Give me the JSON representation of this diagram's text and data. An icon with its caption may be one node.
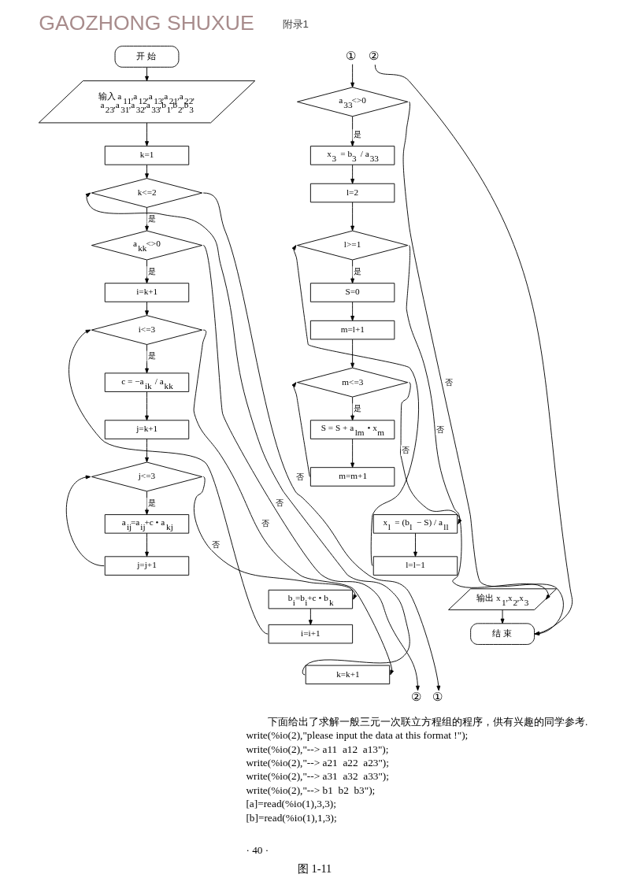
{
  "diagram": {
    "caption": "图 1-11",
    "nodes": [
      {
        "text": [
          "开 始"
        ]
      },
      {
        "text": [
          "输入 a$_{11}$,a$_{12}$,a$_{13}$,a$_{21}$,a$_{22}$, a$_{23}$,a$_{31}$,a$_{32}$,a$_{33}$,b$_{1}$,b$_{2}$,b$_{3}$"
        ]
      },
      {
        "text": [
          "k=1"
        ]
      },
      {
        "text": [
          "k<=2"
        ]
      },
      {
        "text": [
          "a$_{kk}$<>0"
        ]
      },
      {
        "text": [
          "i=k+1"
        ]
      },
      {
        "text": [
          "i<=3"
        ]
      },
      {
        "text": [
          "c = −a$_{ik}$ / a$_{kk}$"
        ]
      },
      {
        "text": [
          "j=k+1"
        ]
      },
      {
        "text": [
          "j<=3"
        ]
      },
      {
        "text": [
          "a$_{ij}$=a$_{ij}$+c • a$_{kj}$"
        ]
      },
      {
        "text": [
          "j=j+1"
        ]
      },
      {
        "text": [
          "b$_{i}$=b$_{i}$+c • b$_{k}$"
        ]
      },
      {
        "text": [
          "i=i+1"
        ]
      },
      {
        "text": [
          "k=k+1"
        ]
      },
      {
        "text": [
          "①"
        ]
      },
      {
        "text": [
          "②"
        ]
      },
      {
        "text": [
          "①"
        ]
      },
      {
        "text": [
          "②"
        ]
      },
      {
        "text": [
          "a$_{33}$<>0"
        ]
      },
      {
        "text": [
          "x$_{3}$ = b$_{3}$ / a$_{33}$"
        ]
      },
      {
        "text": [
          "l=2"
        ]
      },
      {
        "text": [
          "l>=1"
        ]
      },
      {
        "text": [
          "S=0"
        ]
      },
      {
        "text": [
          "m=l+1"
        ]
      },
      {
        "text": [
          "m<=3"
        ]
      },
      {
        "text": [
          "S = S + a$_{lm}$ • x$_{m}$"
        ]
      },
      {
        "text": [
          "m=m+1"
        ]
      },
      {
        "text": [
          "x$_{l}$ = (b$_{l}$ − S) / a$_{ll}$"
        ]
      },
      {
        "text": [
          "l=l−1"
        ]
      },
      {
        "text": [
          "输出 x$_{1}$,x$_{2}$,x$_{3}$"
        ]
      },
      {
        "text": [
          "结 束"
        ]
      }
    ],
    "edges": [
      {
        "from": 0,
        "to": 1,
        "arrow": "to"
      },
      {
        "from": 1,
        "to": 2,
        "arrow": "to"
      },
      {
        "from": 2,
        "to": 3,
        "arrow": "to"
      },
      {
        "from": 3,
        "to": 4,
        "arrow": "to",
        "label": "是"
      },
      {
        "from": 3,
        "to": 15,
        "arrow": "to",
        "label": "否"
      },
      {
        "from": 4,
        "to": 5,
        "arrow": "to",
        "label": "是"
      },
      {
        "from": 4,
        "to": 16,
        "arrow": "to",
        "label": "否"
      },
      {
        "from": 5,
        "to": 6,
        "arrow": "to"
      },
      {
        "from": 6,
        "to": 7,
        "arrow": "to",
        "label": "是"
      },
      {
        "from": 6,
        "to": 14,
        "arrow": "to",
        "label": "否"
      },
      {
        "from": 7,
        "to": 8,
        "arrow": "to"
      },
      {
        "from": 8,
        "to": 9,
        "arrow": "to"
      },
      {
        "from": 9,
        "to": 10,
        "arrow": "to",
        "label": "是"
      },
      {
        "from": 9,
        "to": 12,
        "arrow": "to",
        "label": "否"
      },
      {
        "from": 10,
        "to": 11,
        "arrow": "to"
      },
      {
        "from": 11,
        "to": 9,
        "arrow": "to"
      },
      {
        "from": 12,
        "to": 13,
        "arrow": "to"
      },
      {
        "from": 13,
        "to": 6,
        "arrow": "to"
      },
      {
        "from": 14,
        "to": 3,
        "arrow": "to"
      },
      {
        "from": 17,
        "to": 19,
        "arrow": "to"
      },
      {
        "from": 18,
        "to": 31,
        "arrow": "to"
      },
      {
        "from": 19,
        "to": 20,
        "arrow": "to",
        "label": "是"
      },
      {
        "from": 19,
        "to": 31,
        "arrow": "to",
        "label": "否"
      },
      {
        "from": 20,
        "to": 21,
        "arrow": "to"
      },
      {
        "from": 21,
        "to": 22,
        "arrow": "to"
      },
      {
        "from": 22,
        "to": 23,
        "arrow": "to",
        "label": "是"
      },
      {
        "from": 22,
        "to": 30,
        "arrow": "to",
        "label": "否"
      },
      {
        "from": 23,
        "to": 24,
        "arrow": "to"
      },
      {
        "from": 24,
        "to": 25,
        "arrow": "to"
      },
      {
        "from": 25,
        "to": 26,
        "arrow": "to",
        "label": "是"
      },
      {
        "from": 25,
        "to": 28,
        "arrow": "to",
        "label": "否"
      },
      {
        "from": 26,
        "to": 27,
        "arrow": "to"
      },
      {
        "from": 27,
        "to": 25,
        "arrow": "to"
      },
      {
        "from": 28,
        "to": 29,
        "arrow": "to"
      },
      {
        "from": 29,
        "to": 22,
        "arrow": "to"
      },
      {
        "from": 30,
        "to": 31,
        "arrow": "to"
      }
    ],
    "labels": [
      "GAOZHONG SHUXUE",
      "附录1",
      "下面给出了求解一般三元一次联立方程组的程序，供有兴趣的同学参考.",
      "write(%io(2),\"please input the data at this format !\");",
      "write(%io(2),\"--> a11  a12  a13\");",
      "write(%io(2),\"--> a21  a22  a23\");",
      "write(%io(2),\"--> a31  a32  a33\");",
      "write(%io(2),\"--> b1  b2  b3\");",
      "[a]=read(%io(1),3,3);",
      "[b]=read(%io(1),1,3);",
      "· 40 ·"
    ]
  }
}
